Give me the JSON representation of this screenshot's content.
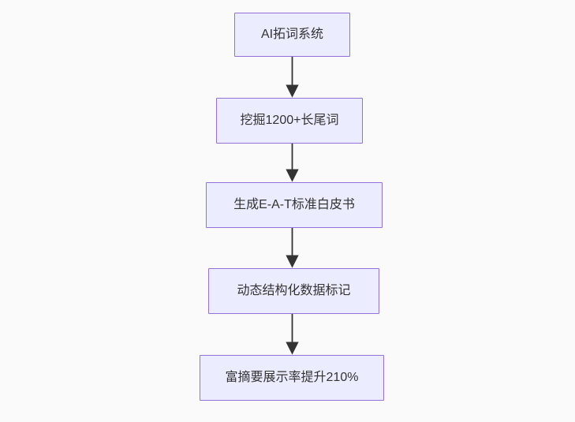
{
  "diagram": {
    "type": "flowchart",
    "direction": "top-down",
    "nodes": [
      {
        "id": "n1",
        "label": "AI拓词系统"
      },
      {
        "id": "n2",
        "label": "挖掘1200+长尾词"
      },
      {
        "id": "n3",
        "label": "生成E-A-T标准白皮书"
      },
      {
        "id": "n4",
        "label": "动态结构化数据标记"
      },
      {
        "id": "n5",
        "label": "富摘要展示率提升210%"
      }
    ],
    "edges": [
      {
        "from": "n1",
        "to": "n2"
      },
      {
        "from": "n2",
        "to": "n3"
      },
      {
        "from": "n3",
        "to": "n4"
      },
      {
        "from": "n4",
        "to": "n5"
      }
    ],
    "colors": {
      "background": "#FAFAFA",
      "node_fill": "#ECECFF",
      "node_border": "#9370DB",
      "node_text": "#333333",
      "arrow": "#333333"
    }
  }
}
